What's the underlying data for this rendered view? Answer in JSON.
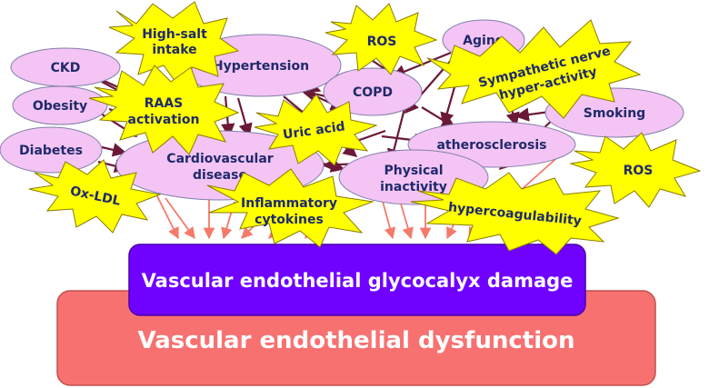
{
  "diagram": {
    "bottom_box": {
      "label": "Vascular endothelial dysfunction",
      "fill": "#f87171",
      "text_color": "#ffffff"
    },
    "top_box": {
      "label": "Vascular endothelial glycocalyx damage",
      "fill": "#7000ff",
      "text_color": "#ffffff"
    },
    "ellipses": {
      "ckd": "CKD",
      "obesity": "Obesity",
      "diabetes": "Diabetes",
      "hypertension": "Hypertension",
      "copd": "COPD",
      "aging": "Aging",
      "smoking": "Smoking",
      "atherosclerosis": "atherosclerosis",
      "cvd": [
        "Cardiovascular",
        "disease"
      ],
      "physical": [
        "Physical",
        "inactivity"
      ]
    },
    "bursts": {
      "high_salt": [
        "High-salt",
        "intake"
      ],
      "ros_top": "ROS",
      "sympathetic": [
        "Sympathetic nerve",
        "hyper-activity"
      ],
      "raas": [
        "RAAS",
        "activation"
      ],
      "uric_acid": "Uric acid",
      "ros_right": "ROS",
      "ox_ldl": "Ox-LDL",
      "cytokines": [
        "Inflammatory",
        "cytokines"
      ],
      "hypercoag": "hypercoagulability"
    },
    "colors": {
      "ellipse_fill": "#f4c4f4",
      "ellipse_stroke": "#7f7fa8",
      "burst_fill": "#ffff00",
      "burst_stroke": "#8a7a00",
      "node_text": "#1f2a6b",
      "causal_arrow": "#6b1838",
      "damage_arrow": "#f47a6a"
    }
  }
}
